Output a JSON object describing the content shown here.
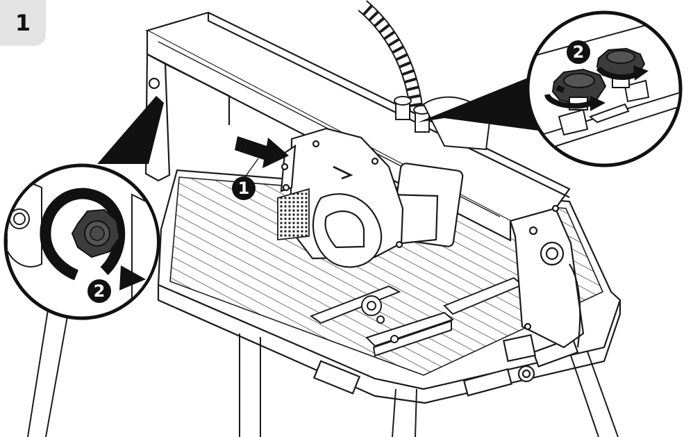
{
  "step": {
    "number": "1"
  },
  "callouts": {
    "blade_guard": "1",
    "knob_left": "2",
    "knobs_right": "2"
  },
  "colors": {
    "tab_background": "#e3e3e3",
    "line": "#1a1a1a",
    "callout_fill": "#111111",
    "callout_text": "#ffffff",
    "knob": "#3c3c3c"
  },
  "icons": {
    "rotation_arrow_left": "curved-arrow-icon",
    "push_arrow": "arrow-right-icon",
    "rotation_arrows_right": "curved-arrow-icon"
  }
}
